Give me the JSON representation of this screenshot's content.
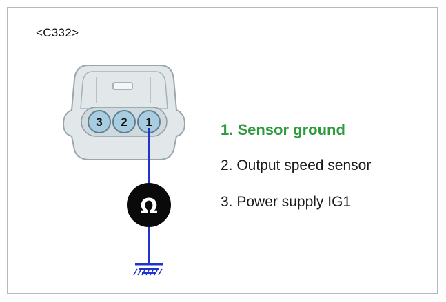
{
  "connector": {
    "code": "<C332>",
    "pins": [
      "3",
      "2",
      "1"
    ]
  },
  "meter": {
    "symbol": "Ω"
  },
  "pin_descriptions": [
    {
      "text": "1. Sensor ground",
      "highlighted": true
    },
    {
      "text": "2. Output speed sensor",
      "highlighted": false
    },
    {
      "text": "3. Power supply IG1",
      "highlighted": false
    }
  ],
  "colors": {
    "highlight": "#2e9a3e",
    "wire": "#2233cc",
    "pin_fill": "#a9cde0",
    "connector_fill": "#e2e8ea"
  }
}
